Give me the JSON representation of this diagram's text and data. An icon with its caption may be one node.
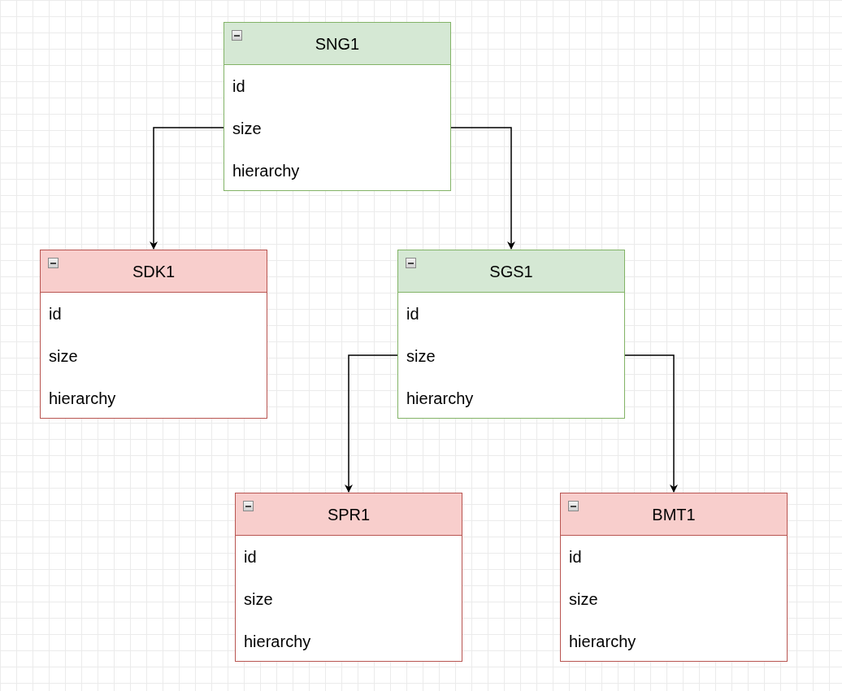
{
  "diagram": {
    "nodes": [
      {
        "text": [
          "SNG1",
          "id",
          "size",
          "hierarchy"
        ]
      },
      {
        "text": [
          "SDK1",
          "id",
          "size",
          "hierarchy"
        ]
      },
      {
        "text": [
          "SGS1",
          "id",
          "size",
          "hierarchy"
        ]
      },
      {
        "text": [
          "SPR1",
          "id",
          "size",
          "hierarchy"
        ]
      },
      {
        "text": [
          "BMT1",
          "id",
          "size",
          "hierarchy"
        ]
      }
    ],
    "edges": [
      {
        "from": 0,
        "to": 1,
        "arrow": "to"
      },
      {
        "from": 0,
        "to": 2,
        "arrow": "to"
      },
      {
        "from": 2,
        "to": 3,
        "arrow": "to"
      },
      {
        "from": 2,
        "to": 4,
        "arrow": "to"
      }
    ]
  }
}
